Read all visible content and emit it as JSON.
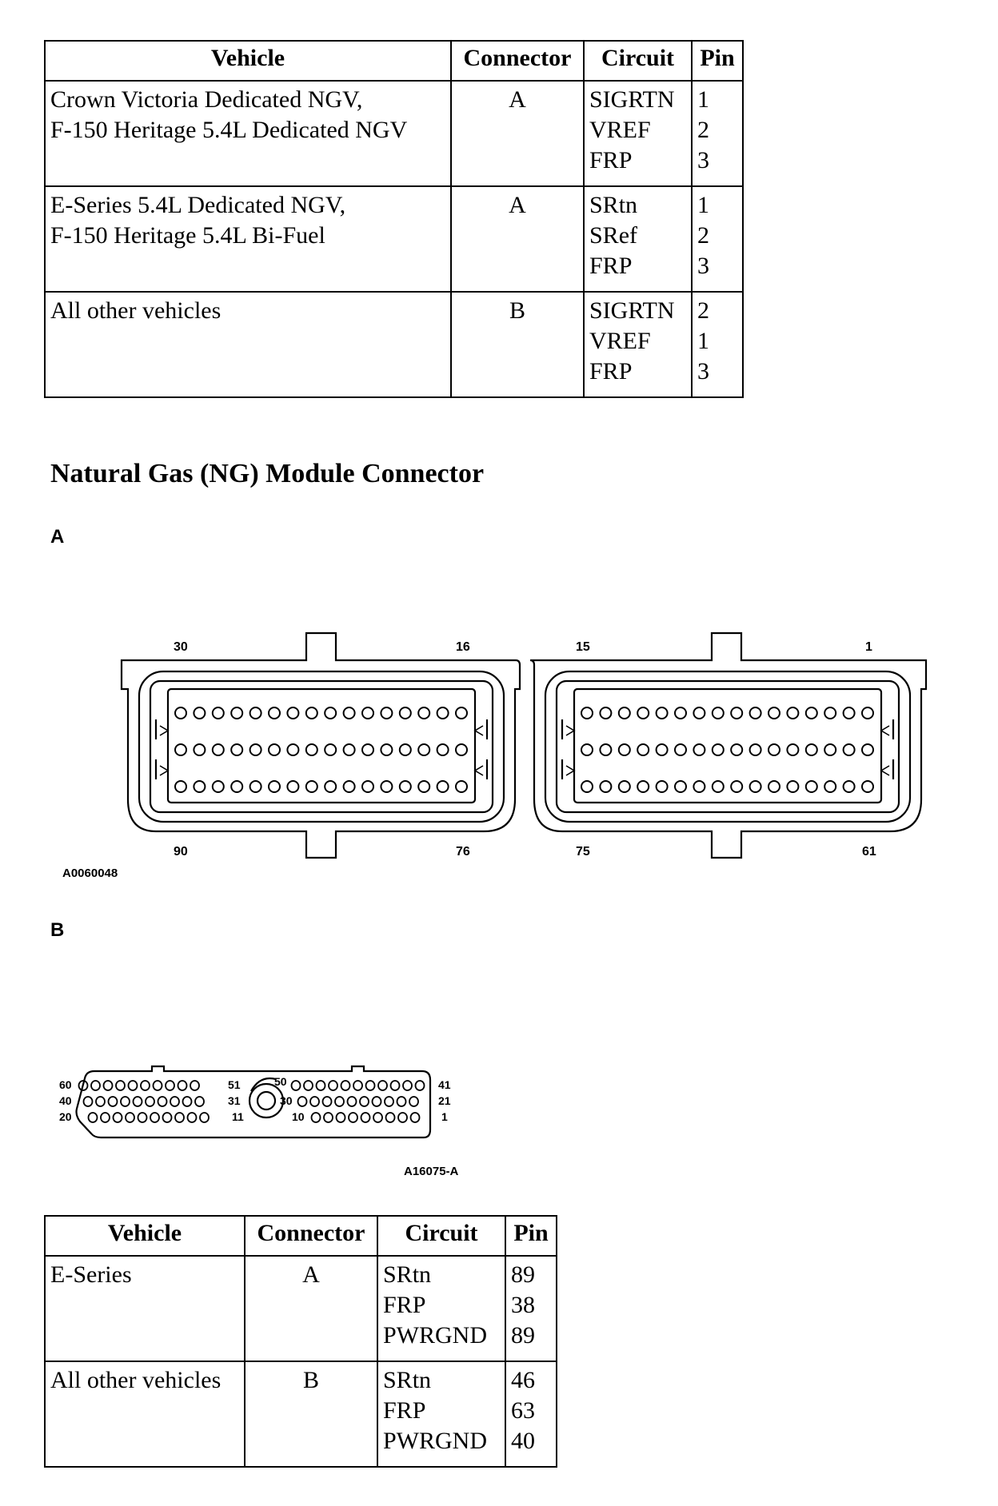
{
  "table1": {
    "headers": [
      "Vehicle",
      "Connector",
      "Circuit",
      "Pin"
    ],
    "rows": [
      {
        "vehicle": [
          "Crown Victoria Dedicated NGV,",
          "F-150 Heritage 5.4L Dedicated NGV"
        ],
        "connector": "A",
        "circuits": [
          "SIGRTN",
          "VREF",
          "FRP"
        ],
        "pins": [
          "1",
          "2",
          "3"
        ]
      },
      {
        "vehicle": [
          "E-Series 5.4L Dedicated NGV,",
          "F-150 Heritage 5.4L Bi-Fuel"
        ],
        "connector": "A",
        "circuits": [
          "SRtn",
          "SRef",
          "FRP"
        ],
        "pins": [
          "1",
          "2",
          "3"
        ]
      },
      {
        "vehicle": [
          "All other vehicles"
        ],
        "connector": "B",
        "circuits": [
          "SIGRTN",
          "VREF",
          "FRP"
        ],
        "pins": [
          "2",
          "1",
          "3"
        ]
      }
    ]
  },
  "section": {
    "heading": "Natural Gas (NG) Module Connector",
    "label_a": "A",
    "label_b": "B"
  },
  "connector_a": {
    "pin_labels": {
      "left_top_left": "30",
      "left_top_right": "16",
      "right_top_left": "15",
      "right_top_right": "1",
      "left_bottom_left": "90",
      "left_bottom_right": "76",
      "right_bottom_left": "75",
      "right_bottom_right": "61"
    },
    "figure_ref": "A0060048"
  },
  "connector_b": {
    "pin_labels": {
      "left_row1": "60",
      "left_row2": "40",
      "left_row3": "20",
      "inner_row1": "51",
      "inner_row2": "31",
      "inner_row3": "11",
      "center_row1": "50",
      "center_row2": "30",
      "center_row3": "10",
      "right_row1": "41",
      "right_row2": "21",
      "right_row3": "1"
    },
    "figure_ref": "A16075-A"
  },
  "table2": {
    "headers": [
      "Vehicle",
      "Connector",
      "Circuit",
      "Pin"
    ],
    "rows": [
      {
        "vehicle": [
          "E-Series"
        ],
        "connector": "A",
        "circuits": [
          "SRtn",
          "FRP",
          "PWRGND"
        ],
        "pins": [
          "89",
          "38",
          "89"
        ]
      },
      {
        "vehicle": [
          "All other vehicles"
        ],
        "connector": "B",
        "circuits": [
          "SRtn",
          "FRP",
          "PWRGND"
        ],
        "pins": [
          "46",
          "63",
          "40"
        ]
      }
    ]
  }
}
